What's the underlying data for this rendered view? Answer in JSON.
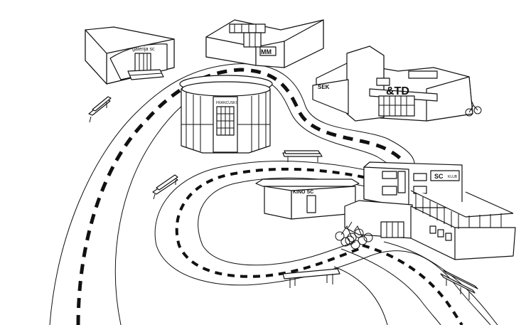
{
  "scene": {
    "buildings": {
      "galerija": {
        "label": "galerija sc"
      },
      "mm": {
        "label": "MM"
      },
      "sek": {
        "label": "SEK"
      },
      "td": {
        "label": "&TD"
      },
      "francuski": {
        "label": "FRANCUSKI"
      },
      "kino": {
        "label": "KINO SC"
      },
      "klub": {
        "logo": "SC",
        "label": "KLUB"
      }
    },
    "colors": {
      "line": "#111111",
      "background": "#ffffff"
    }
  }
}
